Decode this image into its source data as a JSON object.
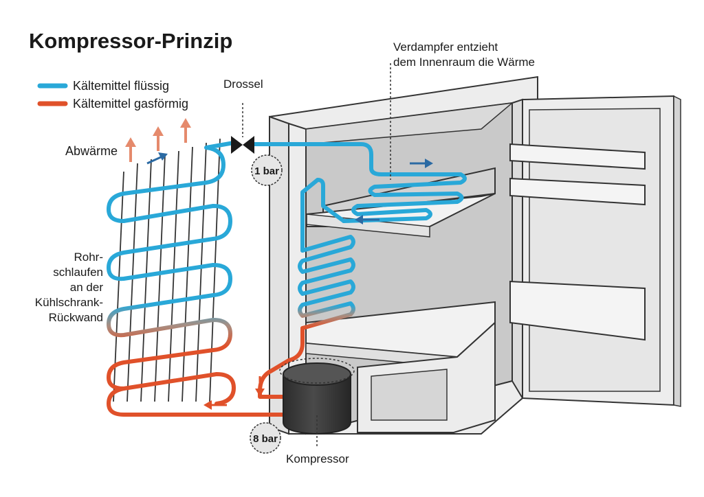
{
  "title": "Kompressor-Prinzip",
  "legend": {
    "liquid": "Kältemittel flüssig",
    "gas": "Kältemittel gasförmig"
  },
  "labels": {
    "drossel": "Drossel",
    "abwaerme": "Abwärme",
    "verdampfer_line1": "Verdampfer entzieht",
    "verdampfer_line2": "dem Innenraum die Wärme",
    "rohr_line1": "Rohr-",
    "rohr_line2": "schlaufen",
    "rohr_line3": "an der",
    "rohr_line4": "Kühlschrank-",
    "rohr_line5": "Rückwand",
    "kompressor": "Kompressor"
  },
  "pressure": {
    "low": "1 bar",
    "high": "8 bar"
  },
  "colors": {
    "liquid": "#29a8d8",
    "gas": "#e0512a",
    "transition": "#a78e82",
    "heat_arrow": "#e58a6c",
    "flow_arrow": "#2b6aa3",
    "fridge_wall": "#ededed",
    "fridge_inner": "#c9c9c9",
    "outline": "#333333",
    "compressor": "#3a3a3a"
  }
}
